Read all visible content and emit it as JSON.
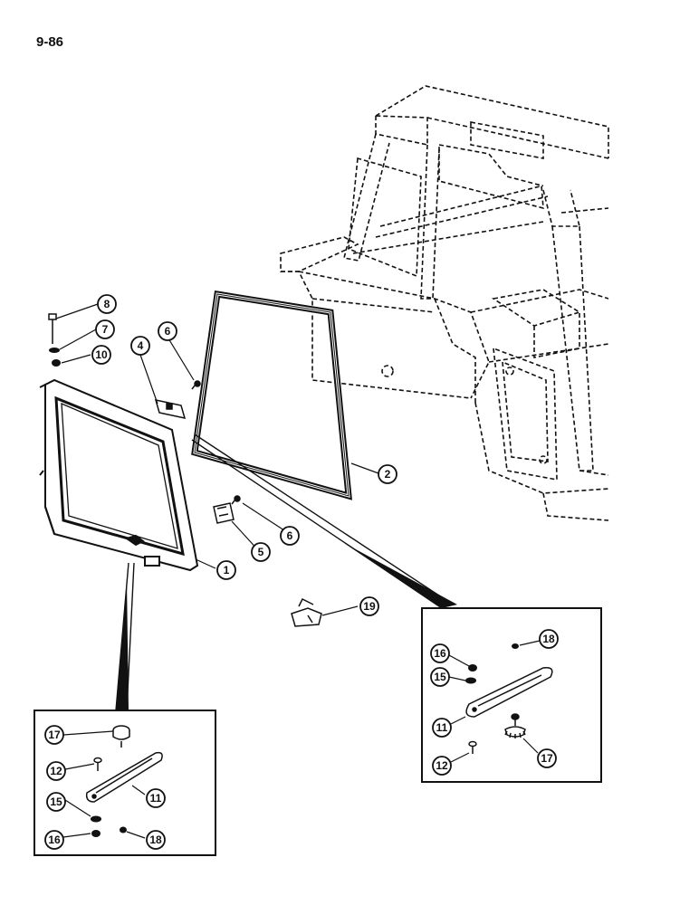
{
  "page_number": "9-86",
  "callouts": {
    "c1": "1",
    "c2": "2",
    "c4": "4",
    "c5": "5",
    "c6a": "6",
    "c6b": "6",
    "c7": "7",
    "c8": "8",
    "c10": "10",
    "c19": "19",
    "l11": "11",
    "l12": "12",
    "l15": "15",
    "l16": "16",
    "l17": "17",
    "l18": "18",
    "r11": "11",
    "r12": "12",
    "r15": "15",
    "r16": "16",
    "r17": "17",
    "r18": "18"
  }
}
